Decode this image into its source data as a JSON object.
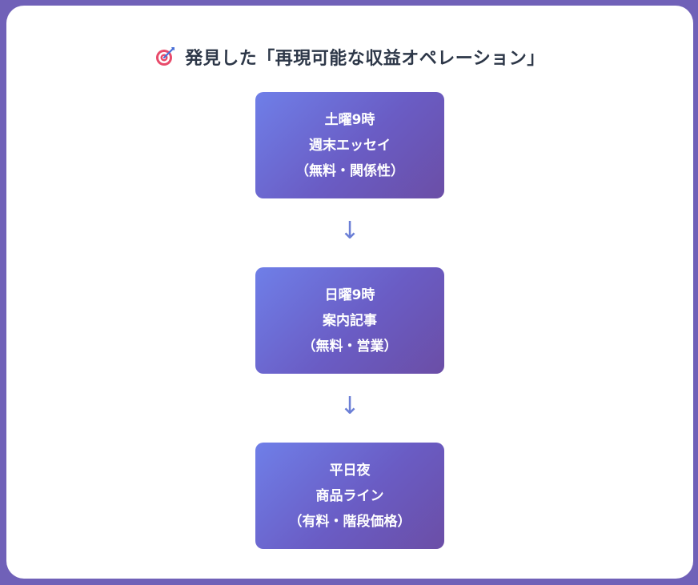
{
  "title": {
    "icon": "target-icon",
    "text": "発見した「再現可能な収益オペレーション」"
  },
  "flow": {
    "arrow_glyph": "↓",
    "steps": [
      {
        "time": "土曜9時",
        "name": "週末エッセイ",
        "detail": "（無料・関係性）"
      },
      {
        "time": "日曜9時",
        "name": "案内記事",
        "detail": "（無料・営業）"
      },
      {
        "time": "平日夜",
        "name": "商品ライン",
        "detail": "（有料・階段価格）"
      }
    ]
  },
  "colors": {
    "page_background": "#7061b8",
    "card_background": "#ffffff",
    "title_text": "#2d3748",
    "box_gradient_start": "#6f7fe8",
    "box_gradient_end": "#6b4ea6",
    "box_text": "#ffffff",
    "arrow": "#6b7fd6"
  }
}
